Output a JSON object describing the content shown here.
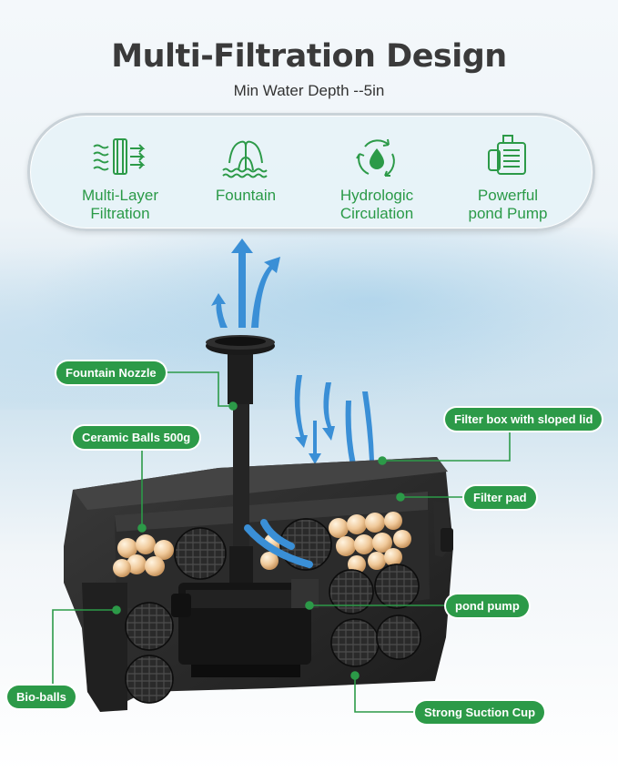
{
  "title": "Multi-Filtration Design",
  "subtitle": "Min Water Depth --5in",
  "features": [
    {
      "label": "Multi-Layer\nFiltration",
      "icon": "filtration-layers-icon"
    },
    {
      "label": "Fountain",
      "icon": "fountain-icon"
    },
    {
      "label": "Hydrologic\nCirculation",
      "icon": "water-cycle-icon"
    },
    {
      "label": "Powerful\npond Pump",
      "icon": "pump-icon"
    }
  ],
  "callouts": {
    "fountain_nozzle": "Fountain Nozzle",
    "ceramic_balls": "Ceramic Balls 500g",
    "filter_box": "Filter box with sloped lid",
    "filter_pad": "Filter pad",
    "pond_pump": "pond pump",
    "bio_balls": "Bio-balls",
    "suction_cup": "Strong Suction Cup"
  },
  "colors": {
    "accent_green": "#2c9a48",
    "arrow_blue": "#3a8fd6",
    "title_gray": "#3a3a3a"
  }
}
